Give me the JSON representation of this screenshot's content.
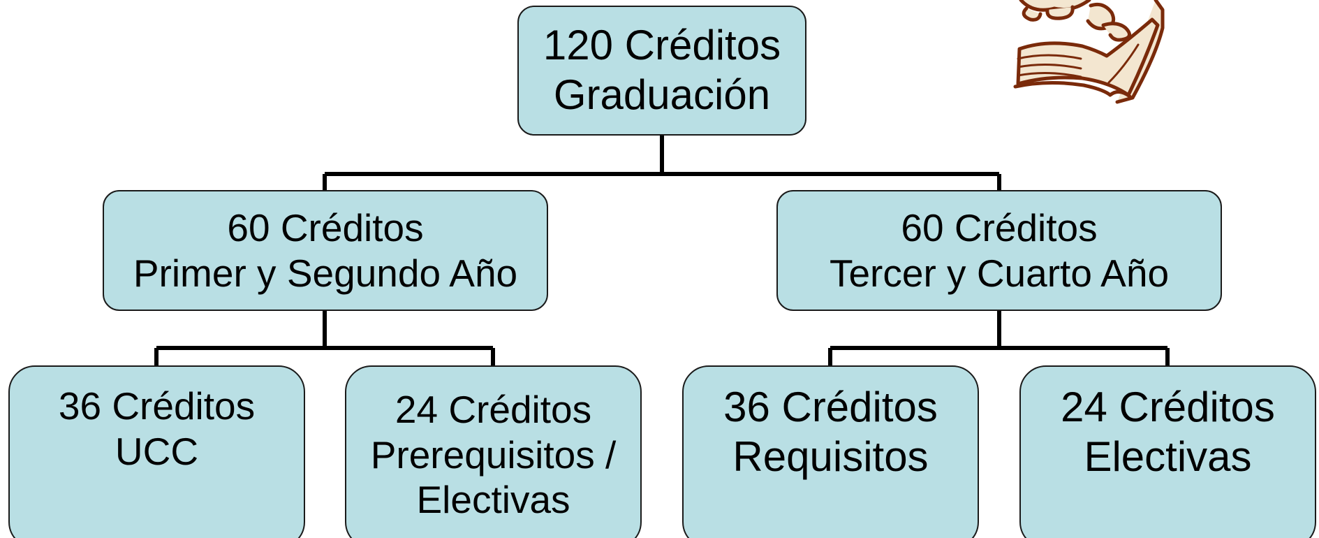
{
  "diagram": {
    "root": {
      "line1": "120 Créditos",
      "line2": "Graduación"
    },
    "left": {
      "line1": "60 Créditos",
      "line2": "Primer y Segundo Año"
    },
    "right": {
      "line1": "60 Créditos",
      "line2": "Tercer y Cuarto Año"
    },
    "ucc": {
      "line1": "36 Créditos",
      "line2": "UCC"
    },
    "prereq": {
      "line1": "24 Créditos",
      "line2": "Prerequisitos /",
      "line3": "Electivas"
    },
    "requisitos": {
      "line1": "36 Créditos",
      "line2": "Requisitos"
    },
    "electivas": {
      "line1": "24 Créditos",
      "line2": "Electivas"
    }
  },
  "colors": {
    "box_fill": "#b9dfe4",
    "box_border": "#1a1a1a",
    "connector": "#000000",
    "clipart_brown": "#7a2a0a",
    "clipart_page": "#f3e6d0"
  },
  "icons": {
    "clipart": "reading-book-icon"
  }
}
